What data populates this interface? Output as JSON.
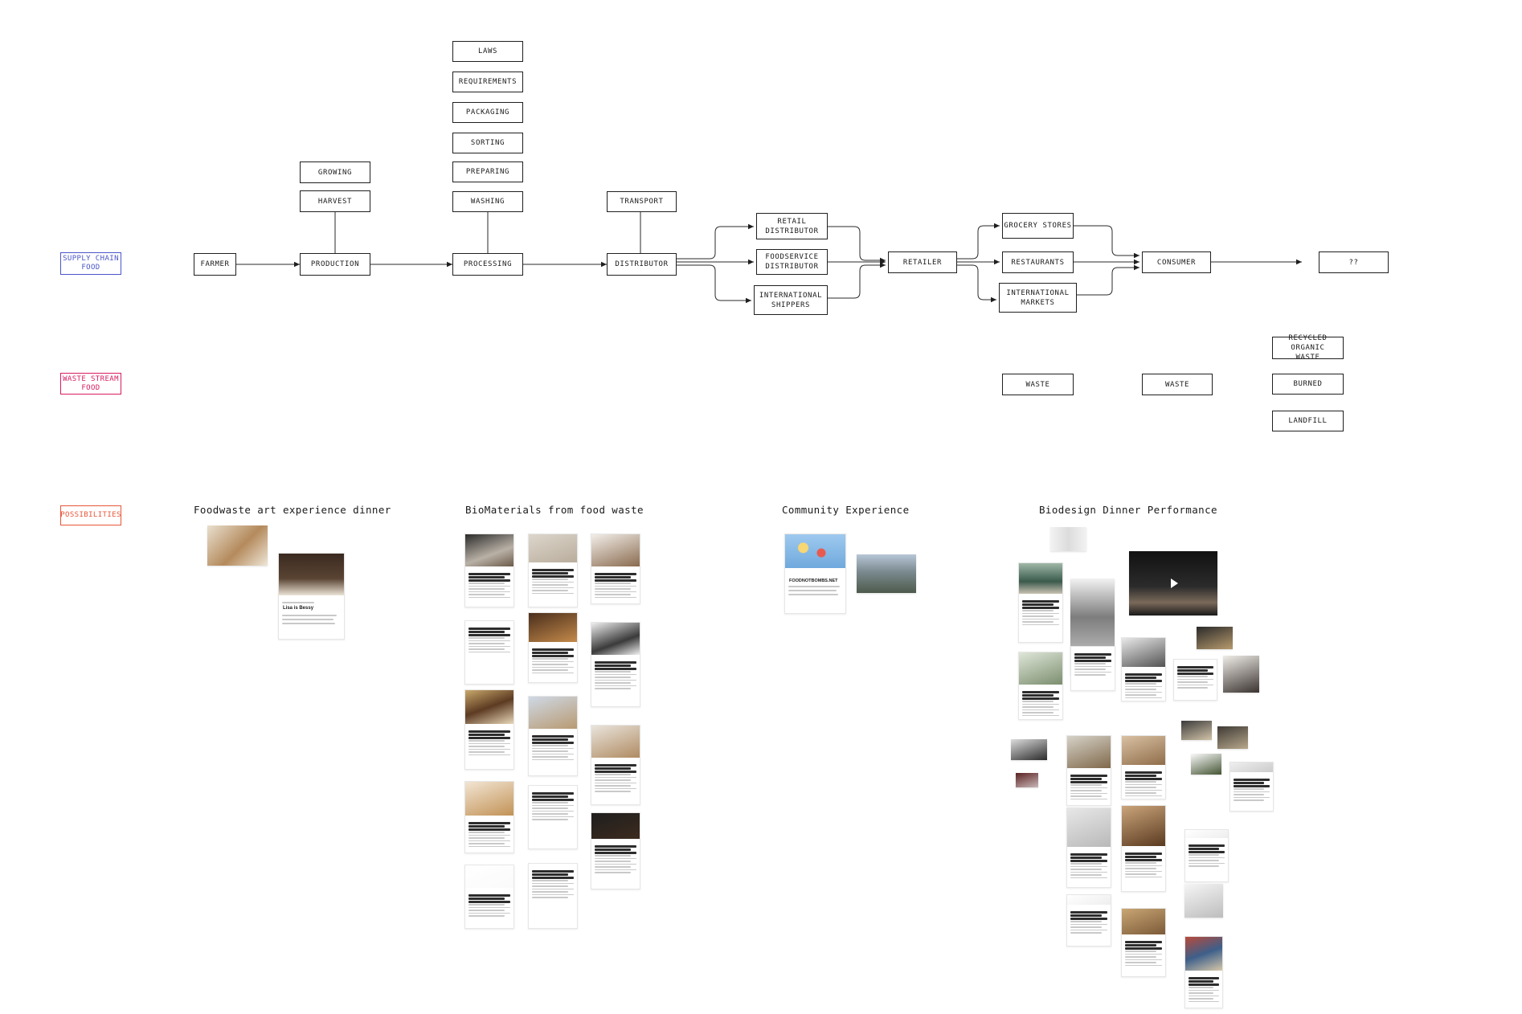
{
  "lanes": {
    "supply": {
      "label": "SUPPLY CHAIN\nFOOD",
      "color": "#4a55c8"
    },
    "waste": {
      "label": "WASTE STREAM\nFOOD",
      "color": "#d81b60"
    },
    "possibilities": {
      "label": "POSSIBILITIES",
      "color": "#e8563a"
    }
  },
  "supply_chain": {
    "farmer": "FARMER",
    "growing": "GROWING",
    "harvest": "HARVEST",
    "production": "PRODUCTION",
    "laws": "LAWS",
    "requirements": "REQUIREMENTS",
    "packaging": "PACKAGING",
    "sorting": "SORTING",
    "preparing": "PREPARING",
    "washing": "WASHING",
    "processing": "PROCESSING",
    "transport": "TRANSPORT",
    "distributor": "DISTRIBUTOR",
    "retail_distributor": "RETAIL\nDISTRIBUTOR",
    "foodservice_distributor": "FOODSERVICE\nDISTRIBUTOR",
    "international_shippers": "INTERNATIONAL\nSHIPPERS",
    "retailer": "RETAILER",
    "grocery_stores": "GROCERY STORES",
    "restaurants": "RESTAURANTS",
    "international_markets": "INTERNATIONAL\nMARKETS",
    "consumer": "CONSUMER",
    "unknown": "??"
  },
  "waste_stream": {
    "waste_1": "WASTE",
    "waste_2": "WASTE",
    "recycled_organic_waste": "RECYCLED ORGANIC\nWASTE",
    "burned": "BURNED",
    "landfill": "LANDFILL"
  },
  "possibilities": {
    "foodwaste_art": "Foodwaste art experience dinner",
    "biomaterials": "BioMaterials from food waste",
    "community": "Community Experience",
    "biodesign": "Biodesign Dinner Performance"
  },
  "cards": {
    "lisa_is_bessy": "Lisa is Bessy",
    "foodnotbombs": "FOODNOTBOMBS.NET"
  }
}
